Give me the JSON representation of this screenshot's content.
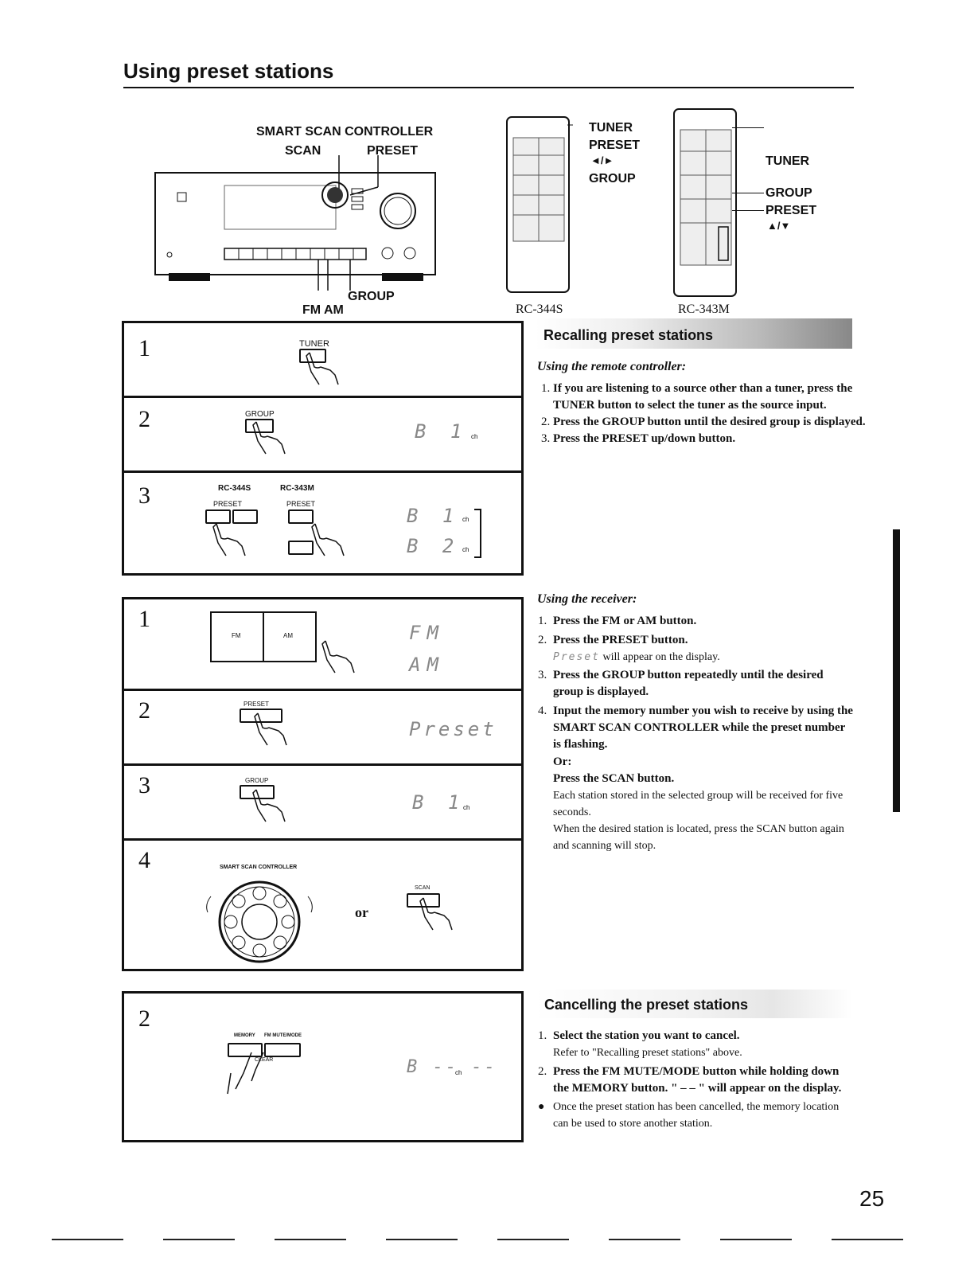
{
  "page": {
    "title": "Using preset stations",
    "page_number": "25"
  },
  "top_diagram": {
    "controller_label": "SMART SCAN CONTROLLER",
    "scan_label": "SCAN",
    "preset_label": "PRESET",
    "fm_am_label": "FM AM",
    "group_label": "GROUP",
    "remote_344_tuner": "TUNER",
    "remote_344_preset": "PRESET",
    "remote_344_arrows": "◄/►",
    "remote_344_group": "GROUP",
    "remote_344_name": "RC-344S",
    "remote_343_tuner": "TUNER",
    "remote_343_group": "GROUP",
    "remote_343_preset": "PRESET",
    "remote_343_arrows": "▲/▼",
    "remote_343_name": "RC-343M"
  },
  "remote_steps": {
    "s1_num": "1",
    "s1_btn": "TUNER",
    "s2_num": "2",
    "s2_btn": "GROUP",
    "s2_display": "B 1",
    "s2_unit": "ch",
    "s3_num": "3",
    "s3_rc344": "RC-344S",
    "s3_rc343": "RC-343M",
    "s3_preset_a": "PRESET",
    "s3_preset_b": "PRESET",
    "s3_display_a": "B 1",
    "s3_display_b": "B 2",
    "s3_unit": "ch"
  },
  "receiver_steps": {
    "s1_num": "1",
    "s1_fm": "FM",
    "s1_am": "AM",
    "s1_disp_fm": "FM",
    "s1_disp_am": "AM",
    "s2_num": "2",
    "s2_btn": "PRESET",
    "s2_display": "Preset",
    "s3_num": "3",
    "s3_btn": "GROUP",
    "s3_display": "B 1",
    "s3_unit": "ch",
    "s4_num": "4",
    "s4_controller": "SMART SCAN CONTROLLER",
    "s4_or": "or",
    "s4_scan": "SCAN"
  },
  "cancel_step": {
    "num": "2",
    "memory": "MEMORY",
    "fm_mute": "FM MUTE/MODE",
    "clear": "CLEAR",
    "display": "B -- --",
    "unit": "ch"
  },
  "recall": {
    "heading": "Recalling preset stations",
    "remote_sub": "Using the remote controller:",
    "remote_items": [
      "If you are listening to a source other than a tuner, press the TUNER button to select the tuner as the source input.",
      "Press the GROUP button until the desired group is displayed.",
      "Press the PRESET up/down button."
    ],
    "receiver_sub": "Using the receiver:",
    "r1": "Press the FM or AM button.",
    "r2": "Press the PRESET button.",
    "r2_note_disp": "Preset",
    "r2_note": "will appear on the display.",
    "r3": "Press the GROUP button repeatedly until the desired group is displayed.",
    "r4": "Input the memory number you wish to receive by using the SMART SCAN CONTROLLER while the preset number is flashing.",
    "or": "Or:",
    "r4b": "Press the SCAN button.",
    "r4c": "Each station stored in the selected group will be received for five seconds.",
    "r4d": "When the desired station is located, press the SCAN button again and scanning will stop."
  },
  "cancel": {
    "heading": "Cancelling the preset stations",
    "c1": "Select the station you want to cancel.",
    "c1_note": "Refer to \"Recalling preset stations\" above.",
    "c2": "Press the FM MUTE/MODE button while holding down the MEMORY button. \" – – \" will appear on the display.",
    "c3": "Once the preset station has been cancelled, the memory location can be used to store another station."
  }
}
